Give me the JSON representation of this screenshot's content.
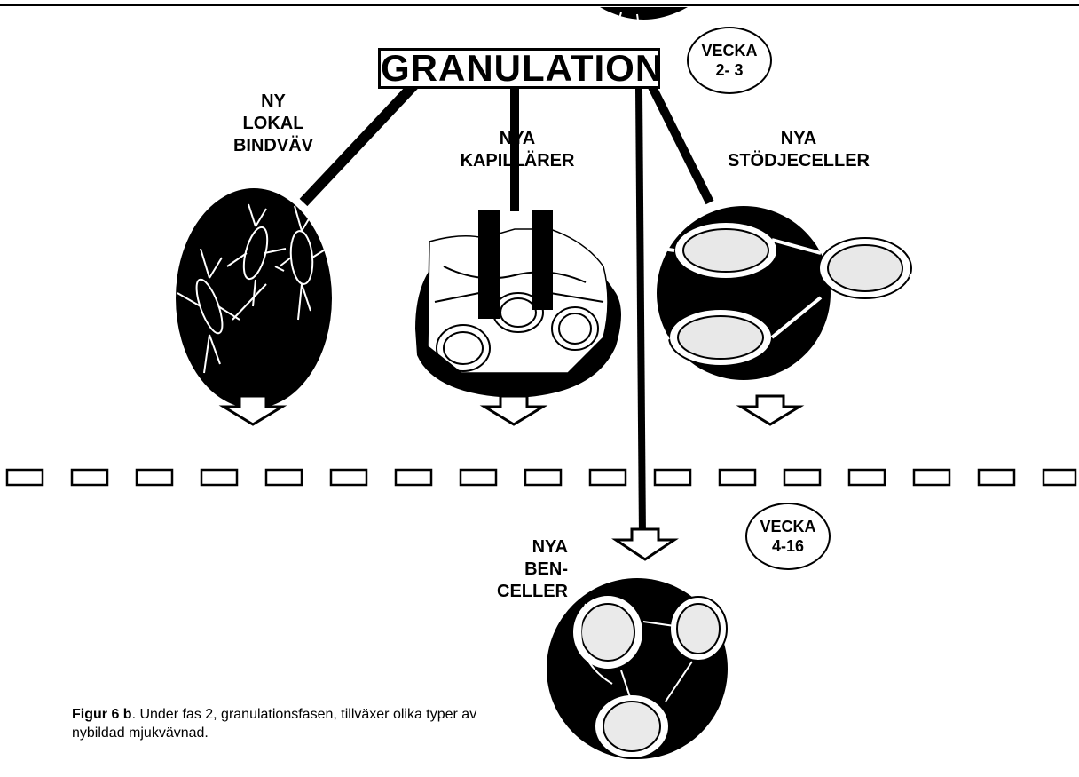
{
  "title": "GRANULATION",
  "weeks": {
    "phase1": {
      "line1": "VECKA",
      "line2": "2- 3"
    },
    "phase2": {
      "line1": "VECKA",
      "line2": "4-16"
    }
  },
  "branches": {
    "connective": {
      "lines": [
        "NY",
        "LOKAL",
        "BINDVÄV"
      ]
    },
    "capillaries": {
      "lines": [
        "NYA",
        "KAPILLÄRER"
      ]
    },
    "support": {
      "lines": [
        "NYA",
        "STÖDJECELLER"
      ]
    },
    "bone": {
      "lines": [
        "NYA",
        "BEN-",
        "CELLER"
      ]
    }
  },
  "caption": {
    "label": "Figur 6 b",
    "text": ". Under fas 2, granulationsfasen, tillväxer olika typer av nybildad mjukvävnad."
  }
}
